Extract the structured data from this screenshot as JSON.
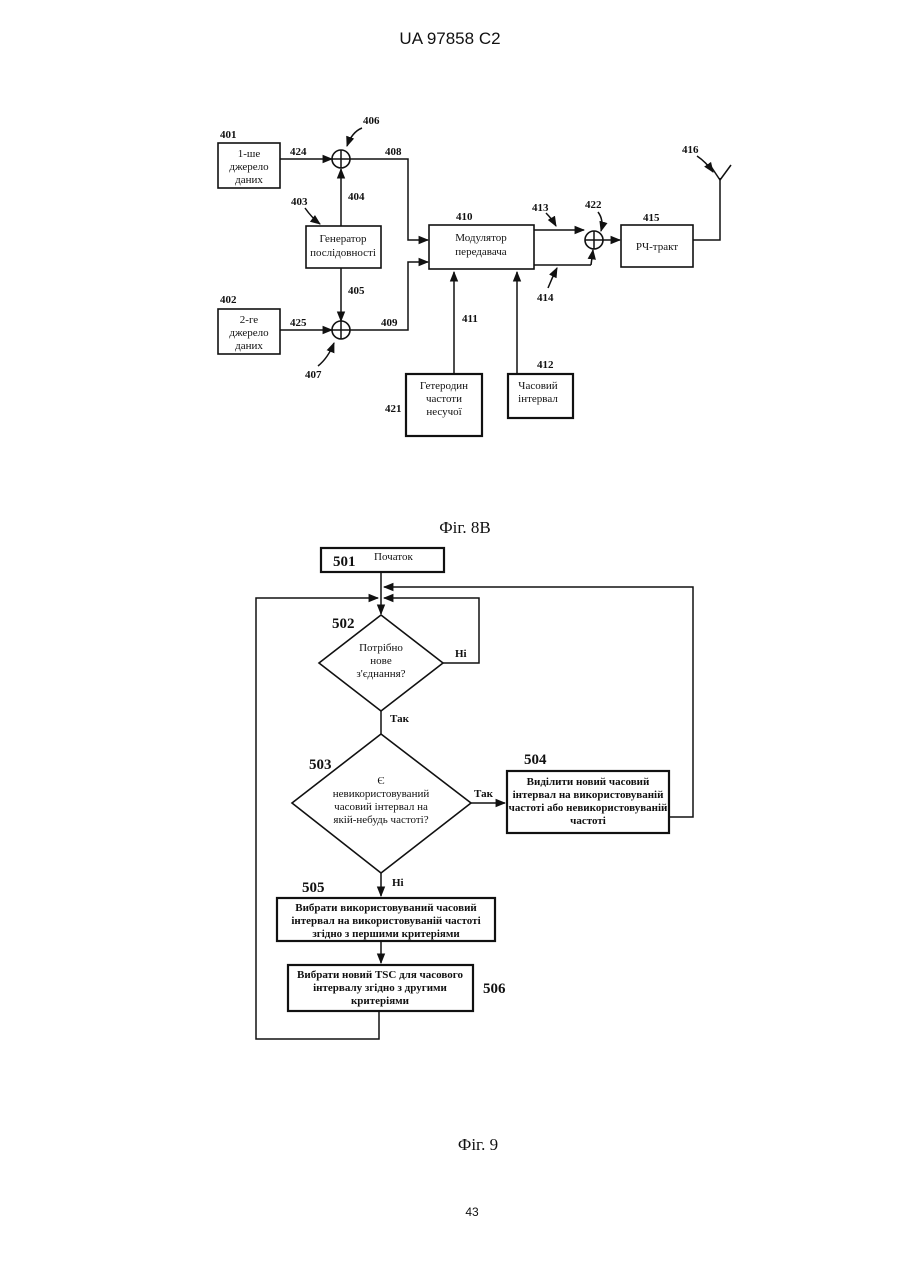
{
  "header": {
    "patent": "UA 97858 C2"
  },
  "fig8b": {
    "caption": "Фіг. 8B",
    "src1": {
      "num": "401",
      "l1": "1-ше",
      "l2": "джерело",
      "l3": "даних"
    },
    "src2": {
      "num": "402",
      "l1": "2-ге",
      "l2": "джерело",
      "l3": "даних"
    },
    "gen": {
      "num": "403",
      "l1": "Генератор",
      "l2": "послідовності"
    },
    "mod": {
      "num": "410",
      "l1": "Модулятор",
      "l2": "передавача"
    },
    "rf": {
      "num": "415",
      "l1": "РЧ-тракт"
    },
    "lo": {
      "num": "421",
      "l1": "Гетеродин",
      "l2": "частоти",
      "l3": "несучої"
    },
    "ts": {
      "num": "412",
      "l1": "Часовий",
      "l2": "інтервал"
    },
    "labels": {
      "n404": "404",
      "n405": "405",
      "n406": "406",
      "n407": "407",
      "n408": "408",
      "n409": "409",
      "n411": "411",
      "n413": "413",
      "n414": "414",
      "n416": "416",
      "n422": "422",
      "n424": "424",
      "n425": "425"
    }
  },
  "fig9": {
    "caption": "Фіг. 9",
    "start": {
      "num": "501",
      "label": "Початок"
    },
    "d502": {
      "num": "502",
      "l1": "Потрібно",
      "l2": "нове",
      "l3": "з'єднання?",
      "no": "Ні",
      "yes": "Так"
    },
    "d503": {
      "num": "503",
      "l1": "Є",
      "l2": "невикористовуваний",
      "l3": "часовий інтервал на",
      "l4": "якій-небудь частоті?",
      "yes": "Так",
      "no": "Ні"
    },
    "b504": {
      "num": "504",
      "l1": "Виділити новий часовий",
      "l2": "інтервал на використовуваній",
      "l3": "частоті або невикористовуваній",
      "l4": "частоті"
    },
    "b505": {
      "num": "505",
      "l1": "Вибрати використовуваний часовий",
      "l2": "інтервал на використовуваній частоті",
      "l3": "згідно з першими критеріями"
    },
    "b506": {
      "num": "506",
      "l1": "Вибрати новий TSC для часового",
      "l2": "інтервалу згідно з другими",
      "l3": "критеріями"
    }
  },
  "footer": {
    "page": "43"
  }
}
